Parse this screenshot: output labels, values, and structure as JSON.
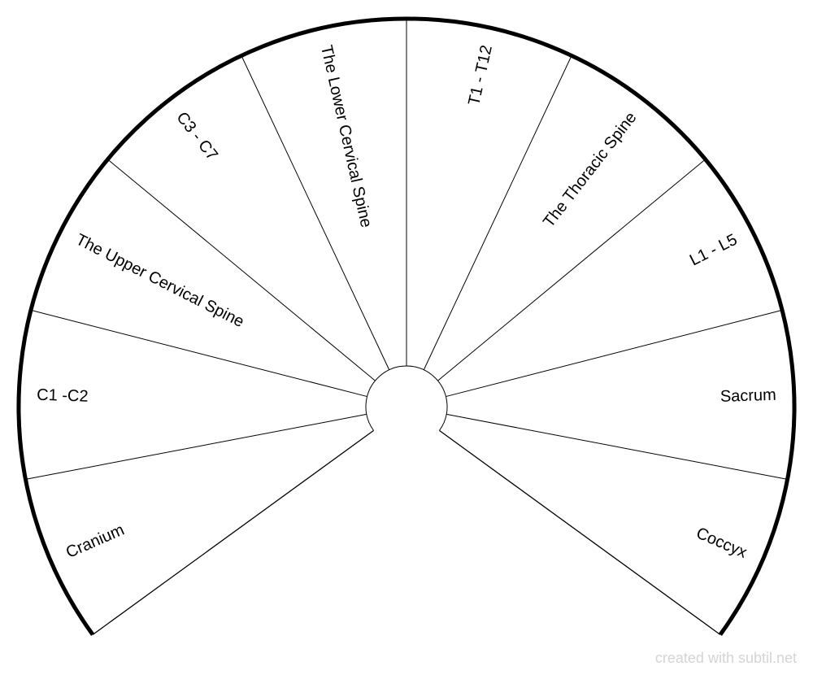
{
  "chart_data": {
    "type": "radial-segment-diagram",
    "segments": [
      {
        "label": "Cranium"
      },
      {
        "label": "C1 -C2"
      },
      {
        "label": "The Upper Cervical Spine"
      },
      {
        "label": "C3 - C7"
      },
      {
        "label": "The Lower Cervical Spine"
      },
      {
        "label": "T1 - T12"
      },
      {
        "label": "The Thoracic Spine"
      },
      {
        "label": "L1 - L5"
      },
      {
        "label": "Sacrum"
      },
      {
        "label": "Coccyx"
      }
    ]
  },
  "colors": {
    "background": "#ffffff",
    "lines": "#000000",
    "text": "#000000",
    "watermark": "#d4d4d4"
  },
  "footer": {
    "watermark": "created with subtil.net"
  }
}
